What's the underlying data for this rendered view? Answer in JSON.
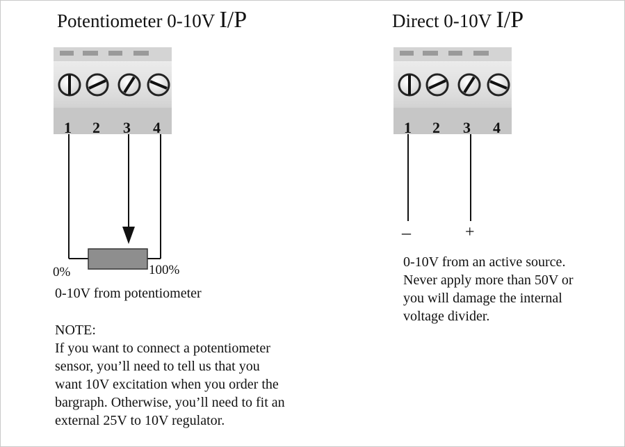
{
  "left": {
    "title_main": "Potentiometer 0-10V",
    "title_io": "I/P",
    "terminals": [
      "1",
      "2",
      "3",
      "4"
    ],
    "label_zero": "0%",
    "label_full": "100%",
    "caption": "0-10V from potentiometer",
    "note_heading": "NOTE:",
    "note_lines": [
      "If you want to connect a potentiometer",
      "sensor, you’ll need to tell us that you",
      "want 10V excitation when you order the",
      "bargraph. Otherwise, you’ll need to fit an",
      "external 25V to 10V regulator."
    ]
  },
  "right": {
    "title_main": "Direct 0-10V",
    "title_io": "I/P",
    "terminals": [
      "1",
      "2",
      "3",
      "4"
    ],
    "label_minus": "–",
    "label_plus": "+",
    "caption_lines": [
      "0-10V from an active source.",
      "Never apply more than 50V or",
      "you will damage the internal",
      "voltage divider."
    ]
  },
  "colors": {
    "resistor": "#8e8e8e",
    "block_body": "#e6e6e6",
    "block_shadow": "#b9b9b9"
  }
}
